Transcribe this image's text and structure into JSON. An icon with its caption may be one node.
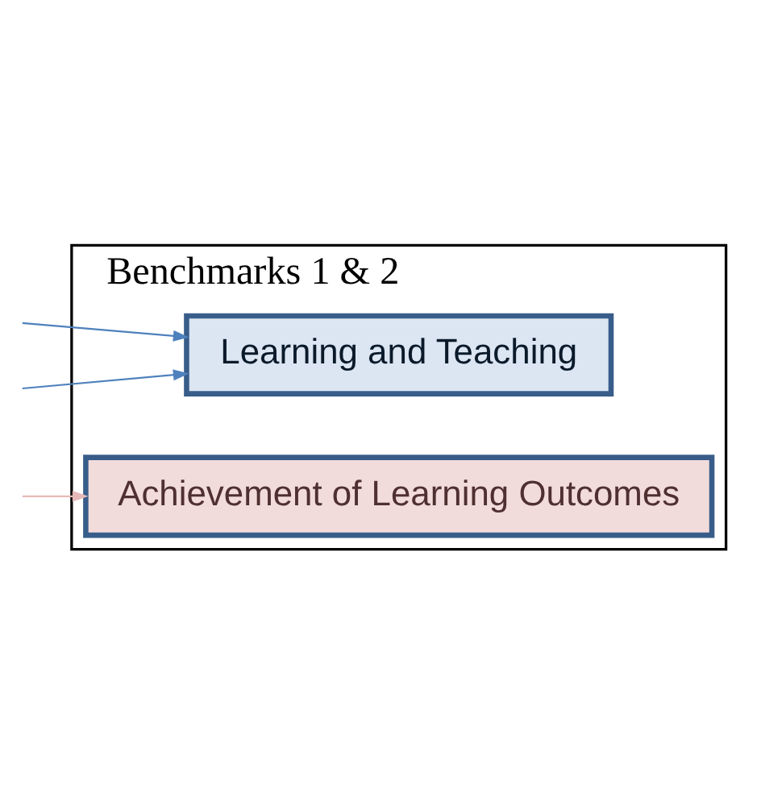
{
  "diagram": {
    "nodes": [
      {
        "text": [
          "Benchmarks 1 & 2"
        ]
      },
      {
        "text": [
          "Learning and Teaching"
        ],
        "in": 0
      },
      {
        "text": [
          "Achievement of Learning Outcomes"
        ],
        "in": 0
      }
    ],
    "edges": [
      {
        "from": null,
        "to": 1,
        "arrow": "to"
      },
      {
        "from": null,
        "to": 1,
        "arrow": "to"
      },
      {
        "from": null,
        "to": 2,
        "arrow": "to",
        "color": "#e6b9b8"
      }
    ]
  }
}
